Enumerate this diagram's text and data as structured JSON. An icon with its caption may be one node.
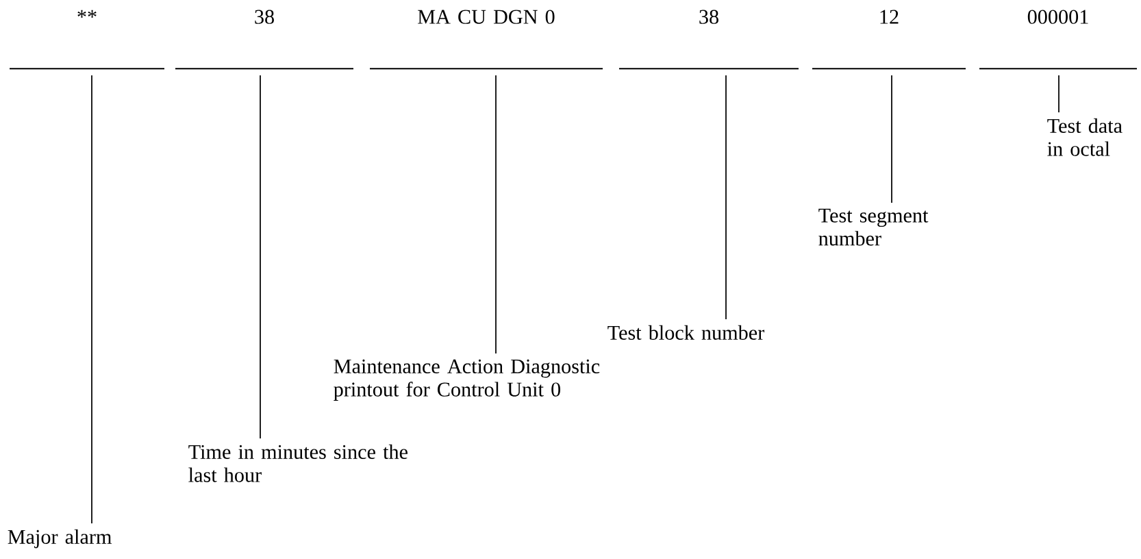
{
  "diagram": {
    "nodes": [
      {
        "text": [
          "**"
        ]
      },
      {
        "text": [
          "38"
        ]
      },
      {
        "text": [
          "MA CU DGN 0"
        ]
      },
      {
        "text": [
          "38"
        ]
      },
      {
        "text": [
          "12"
        ]
      },
      {
        "text": [
          "000001"
        ]
      },
      {
        "text": [
          "Major alarm"
        ]
      },
      {
        "text": [
          "Time in minutes since the last hour"
        ]
      },
      {
        "text": [
          "Maintenance Action Diagnostic printout for Control Unit 0"
        ]
      },
      {
        "text": [
          "Test block number"
        ]
      },
      {
        "text": [
          "Test segment number"
        ]
      },
      {
        "text": [
          "Test data in octal"
        ]
      }
    ],
    "edges": [
      {
        "from": 6,
        "to": 0,
        "arrow": "none"
      },
      {
        "from": 7,
        "to": 1,
        "arrow": "none"
      },
      {
        "from": 8,
        "to": 2,
        "arrow": "none"
      },
      {
        "from": 9,
        "to": 3,
        "arrow": "none"
      },
      {
        "from": 10,
        "to": 4,
        "arrow": "none"
      },
      {
        "from": 11,
        "to": 5,
        "arrow": "none"
      }
    ]
  }
}
